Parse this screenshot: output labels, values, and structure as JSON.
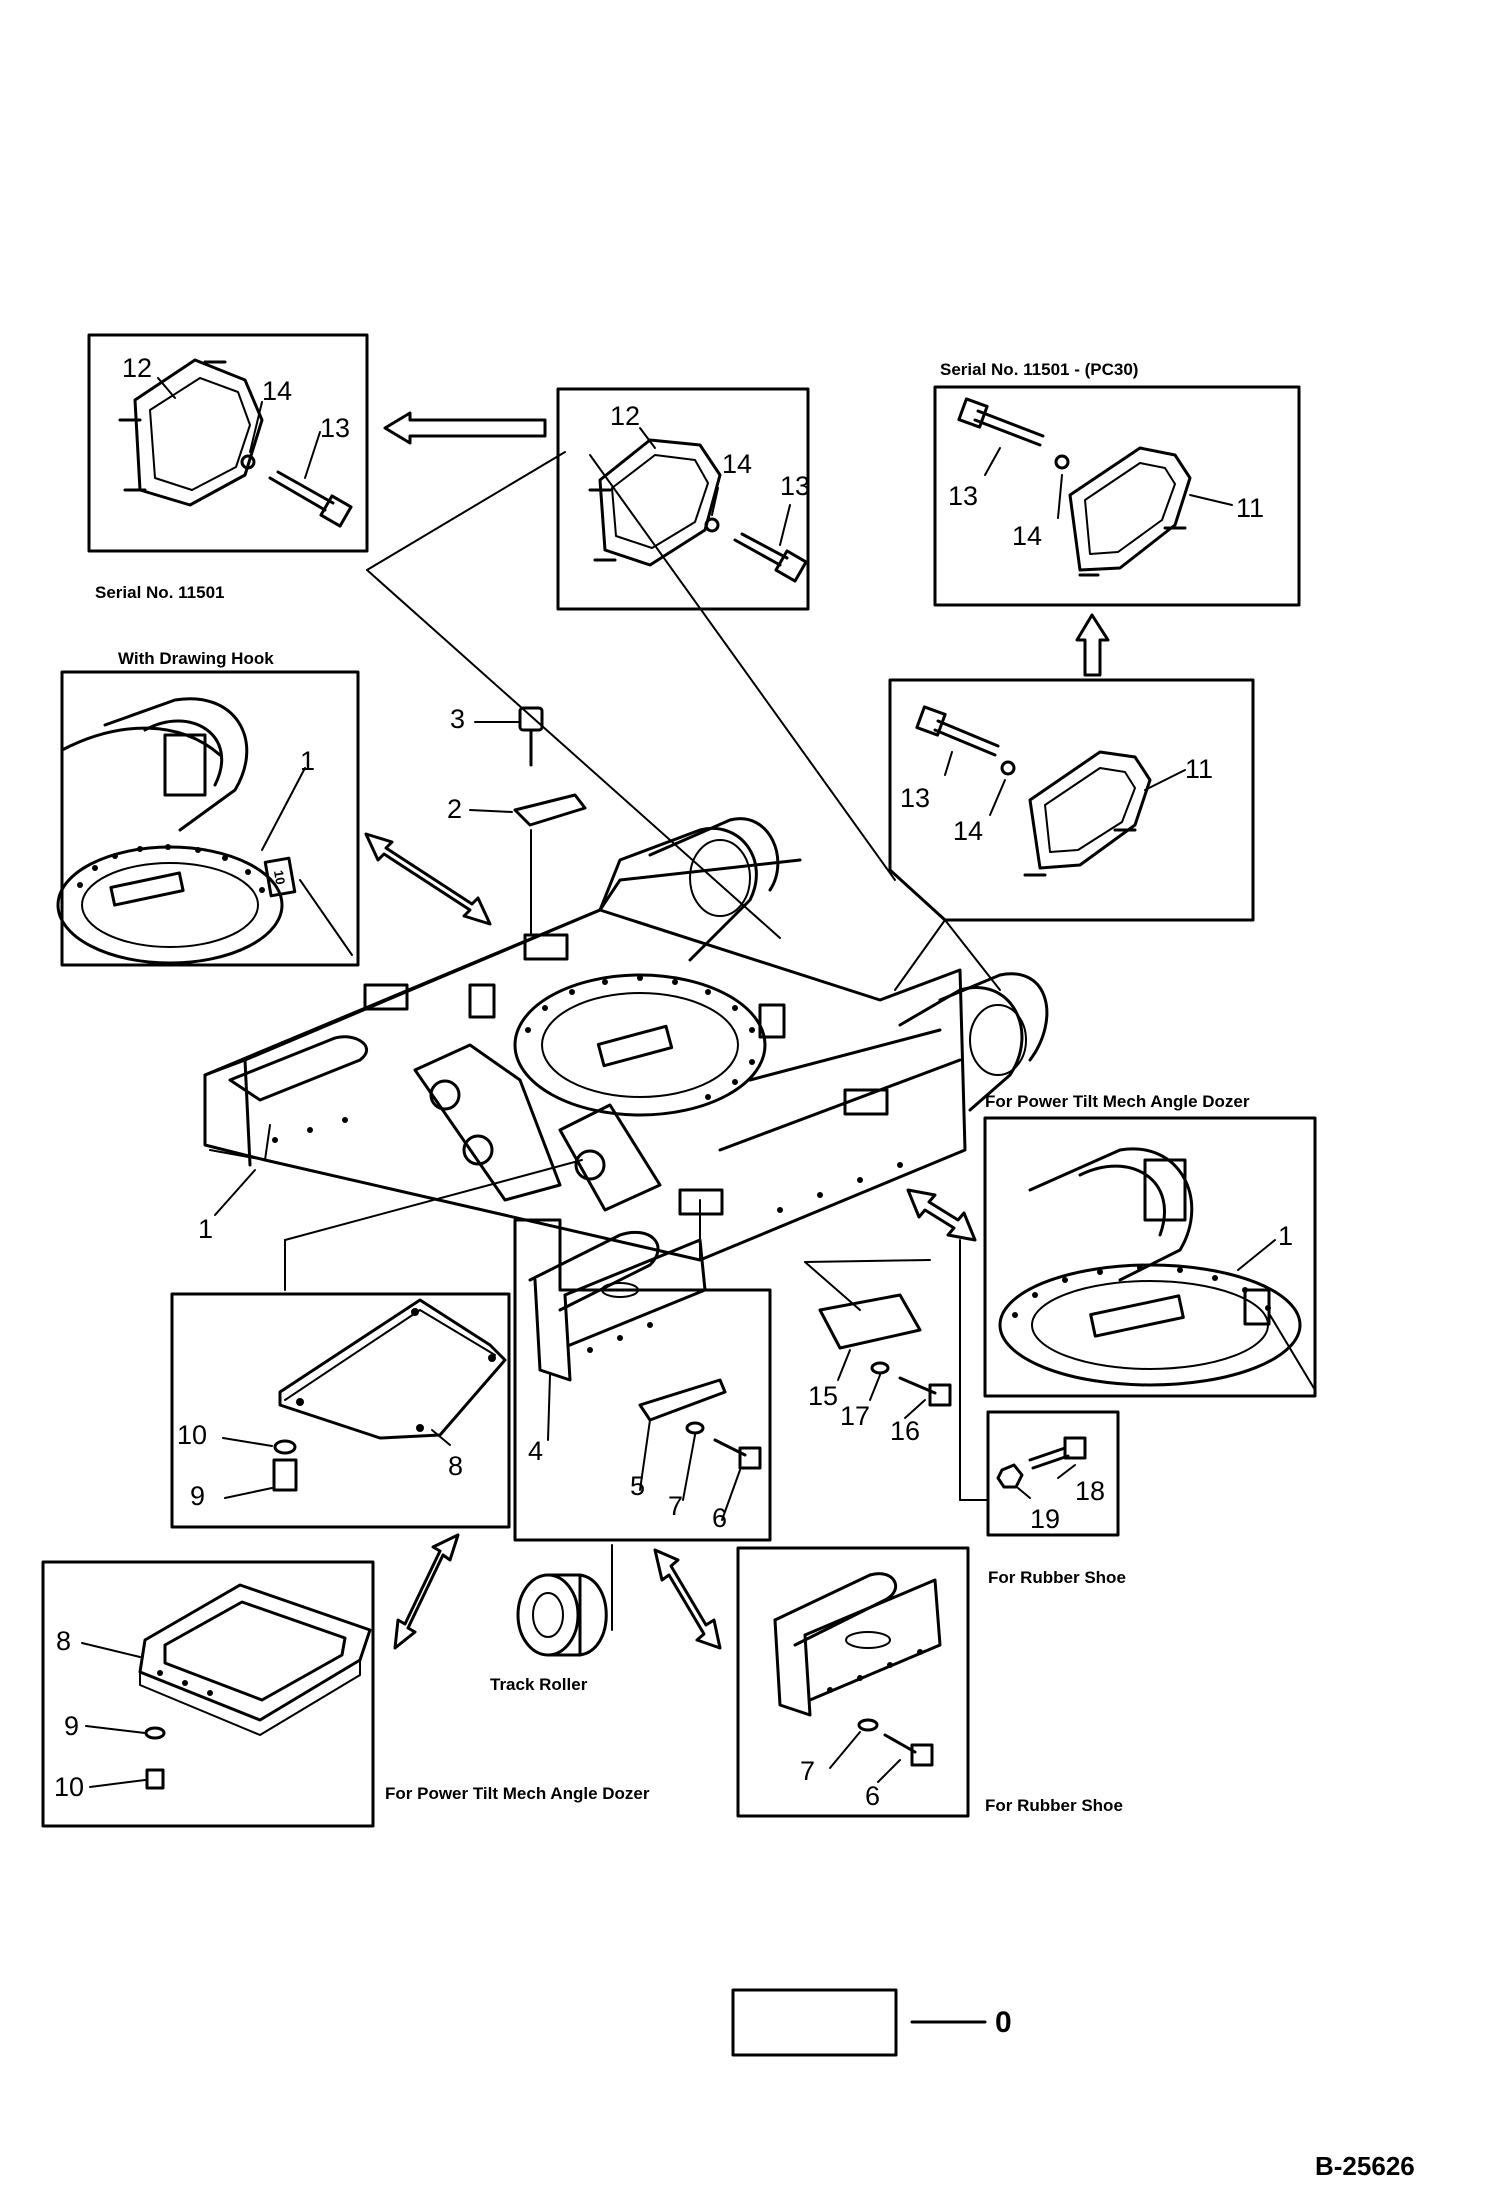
{
  "captions": {
    "serial_top_right": "Serial No. 11501 - (PC30)",
    "serial_left": "Serial No. 11501",
    "with_drawing_hook": "With Drawing Hook",
    "power_tilt_right": "For Power Tilt Mech Angle Dozer",
    "rubber_shoe_1": "For Rubber Shoe",
    "track_roller": "Track Roller",
    "power_tilt_bottom": "For Power Tilt Mech Angle Dozer",
    "rubber_shoe_2": "For Rubber Shoe"
  },
  "callouts": {
    "n1a": "1",
    "n1b": "1",
    "n1c": "1",
    "n2": "2",
    "n3": "3",
    "n4": "4",
    "n5": "5",
    "n6a": "6",
    "n6b": "6",
    "n7a": "7",
    "n7b": "7",
    "n8a": "8",
    "n8b": "8",
    "n9a": "9",
    "n9b": "9",
    "n10a": "10",
    "n10b": "10",
    "n11a": "11",
    "n11b": "11",
    "n12a": "12",
    "n12b": "12",
    "n13a": "13",
    "n13b": "13",
    "n13c": "13",
    "n13d": "13",
    "n14a": "14",
    "n14b": "14",
    "n14c": "14",
    "n14d": "14",
    "n15": "15",
    "n16": "16",
    "n17": "17",
    "n18": "18",
    "n19": "19"
  },
  "stamp": "10",
  "legend_item": "0",
  "doc_number": "B-25626"
}
